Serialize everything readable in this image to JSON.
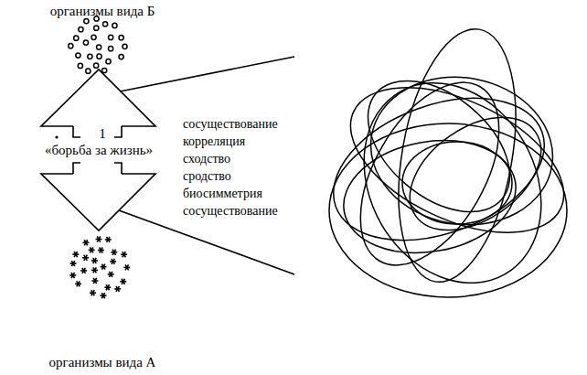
{
  "diagram": {
    "labels": [
      "организмы вида Б",
      "1",
      "«борьба за жизнь»",
      "сосуществование",
      "корреляция",
      "сходство",
      "сродство",
      "биосимметрия",
      "сосуществование",
      "организмы вида А"
    ]
  }
}
